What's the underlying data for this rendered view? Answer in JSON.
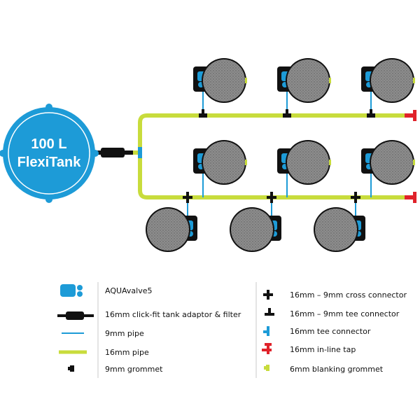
{
  "colors": {
    "tank_blue": "#1d9bd7",
    "pipe_16mm": "#c8dc3c",
    "pipe_9mm": "#1d9bd7",
    "pot_grey": "#8a8a8a",
    "tap_red": "#e0222a",
    "black": "#111111",
    "legend_divider": "#c8c8c8"
  },
  "tank": {
    "line1": "100 L",
    "line2": "FlexiTank"
  },
  "legend": {
    "left": [
      {
        "icon": "aquavalve5-icon",
        "label": "AQUAvalve5"
      },
      {
        "icon": "tank-adaptor-filter-icon",
        "label": "16mm click-fit tank adaptor & filter"
      },
      {
        "icon": "pipe-9mm-icon",
        "label": "9mm pipe"
      },
      {
        "icon": "pipe-16mm-icon",
        "label": "16mm pipe"
      },
      {
        "icon": "grommet-9mm-icon",
        "label": "9mm grommet"
      }
    ],
    "right": [
      {
        "icon": "cross-connector-icon",
        "label": "16mm – 9mm cross connector"
      },
      {
        "icon": "tee-connector-icon",
        "label": "16mm – 9mm tee connector"
      },
      {
        "icon": "tee-connector-16mm-icon",
        "label": "16mm tee connector"
      },
      {
        "icon": "inline-tap-icon",
        "label": "16mm in-line tap"
      },
      {
        "icon": "blanking-grommet-icon",
        "label": "6mm blanking grommet"
      }
    ]
  }
}
